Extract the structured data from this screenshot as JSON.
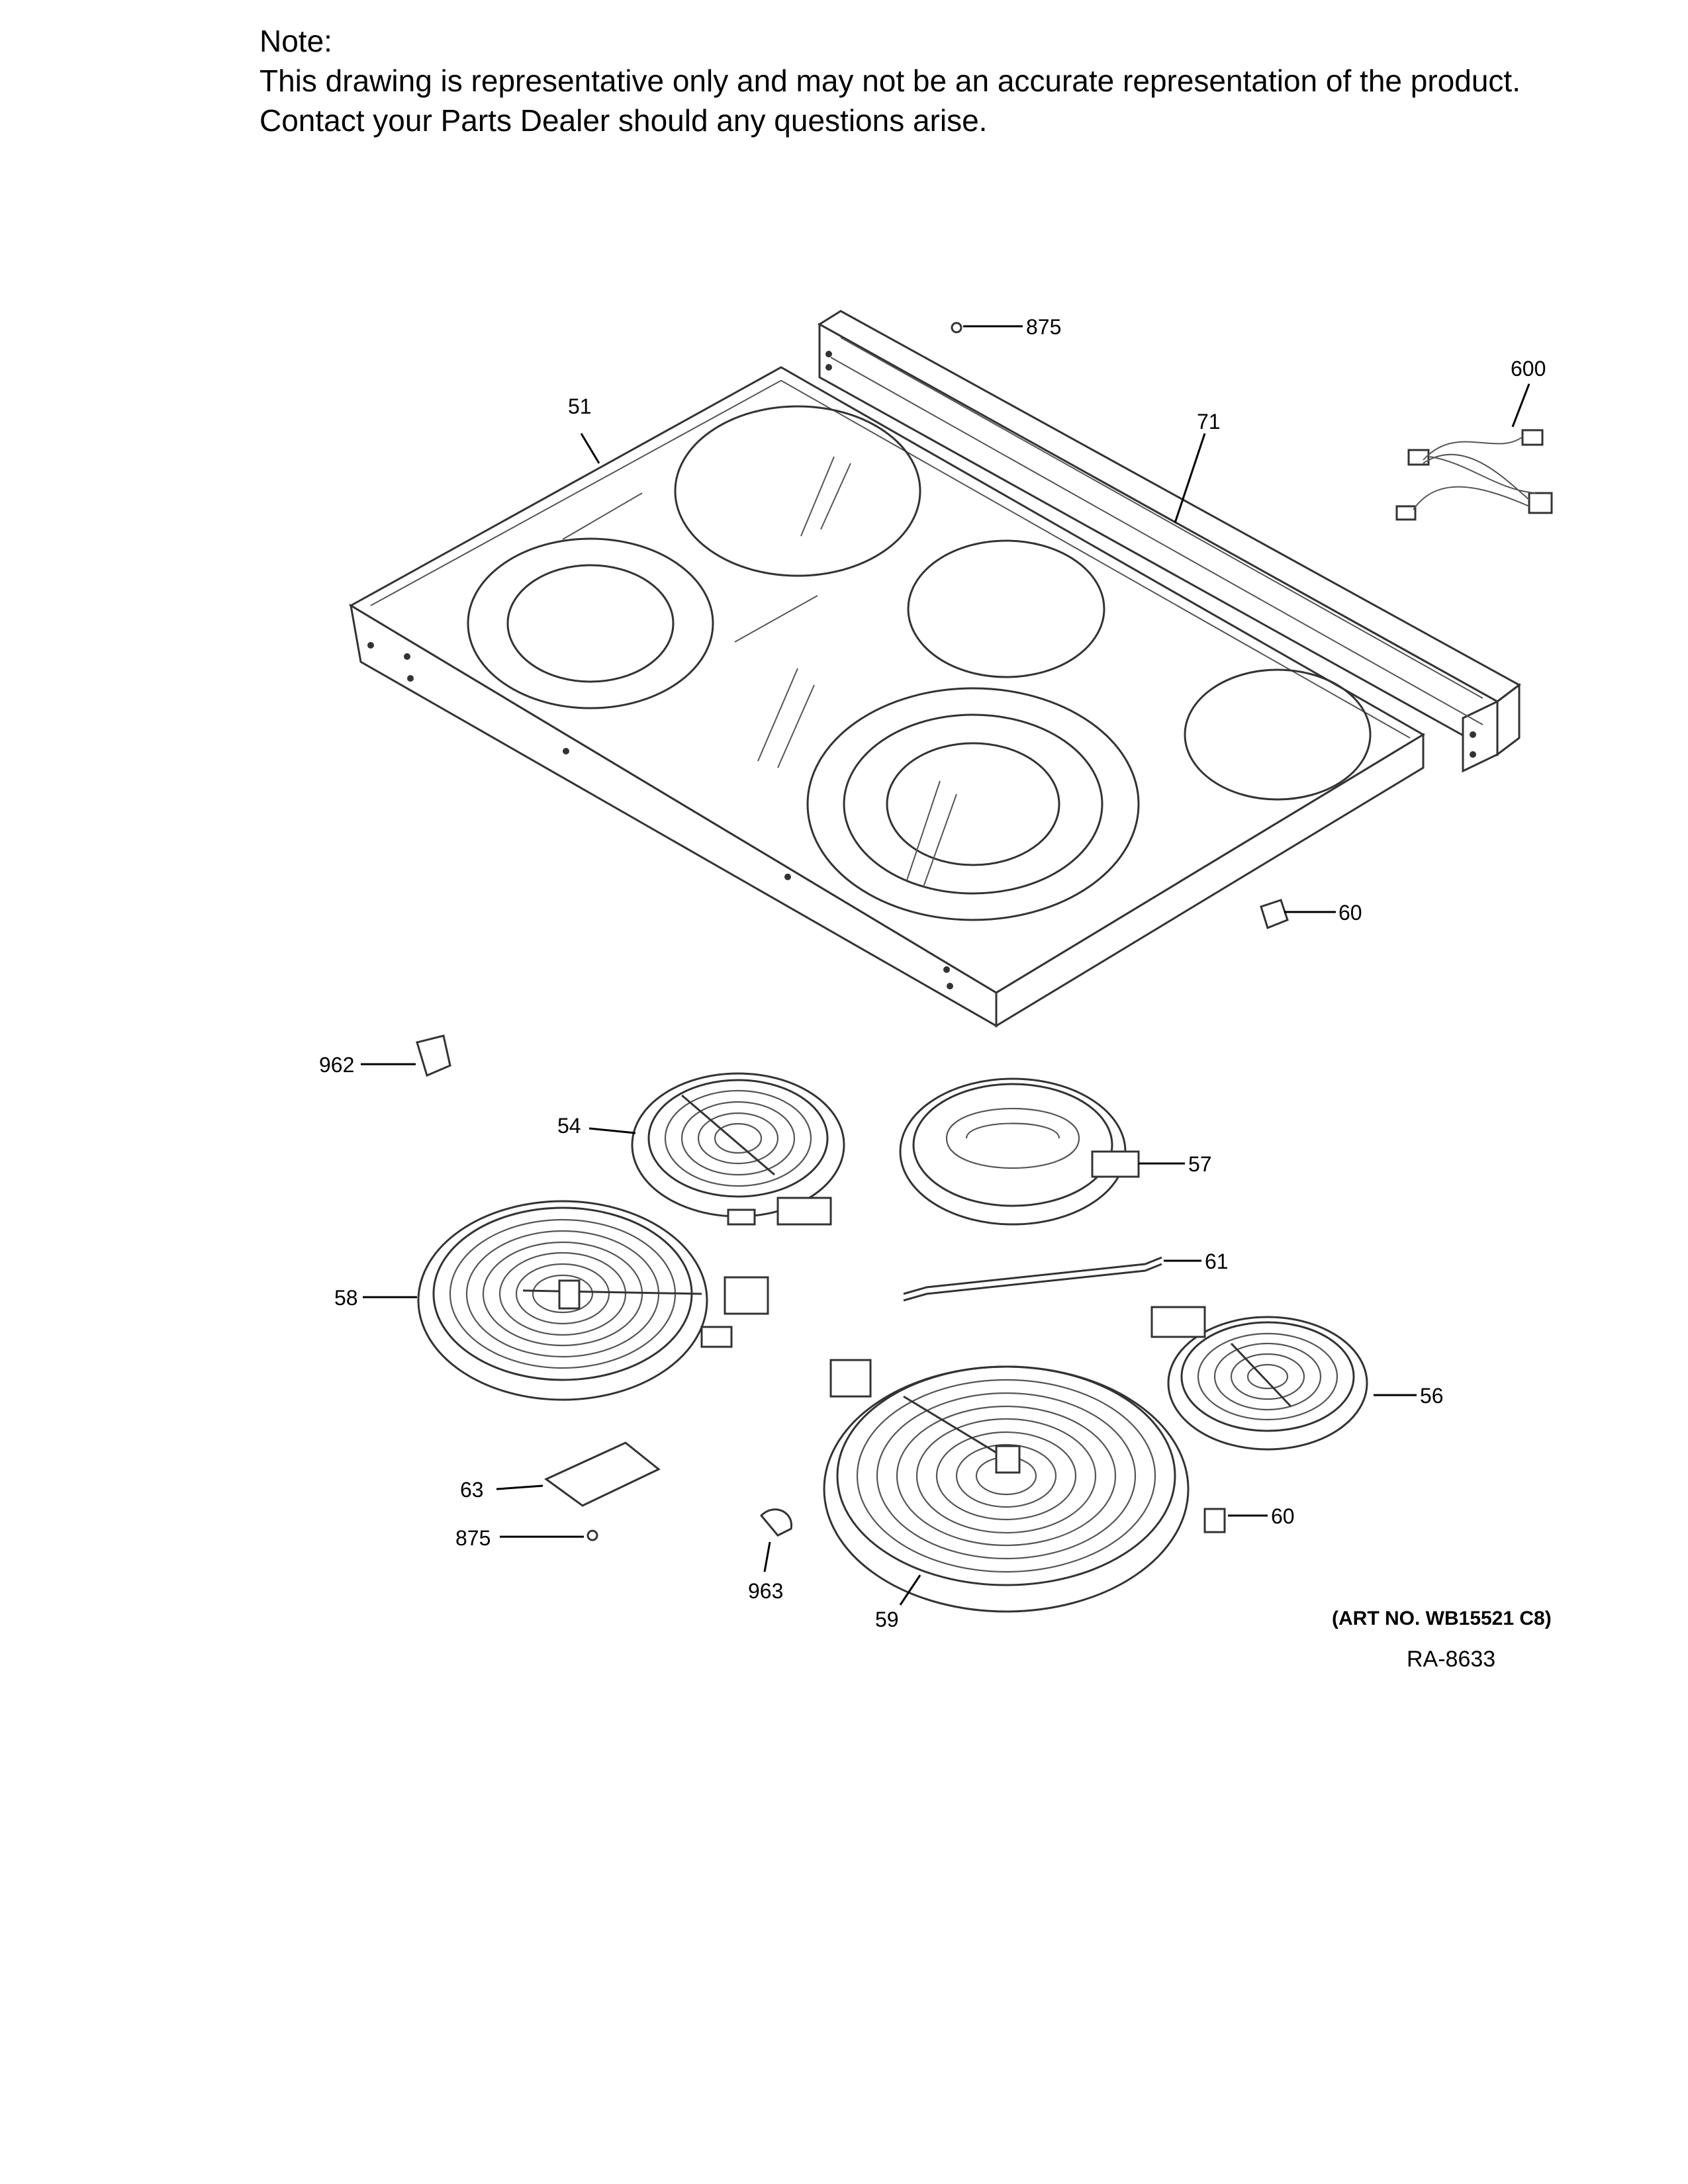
{
  "note": {
    "heading": "Note:",
    "line1": "This drawing is representative only and may not be an accurate representation of the product.",
    "line2": "Contact your Parts Dealer should any questions arise."
  },
  "callouts": {
    "c875_top": "875",
    "c600": "600",
    "c51": "51",
    "c71": "71",
    "c60_top": "60",
    "c962": "962",
    "c54": "54",
    "c57": "57",
    "c61": "61",
    "c58": "58",
    "c56": "56",
    "c63": "63",
    "c875_bottom": "875",
    "c60_bottom": "60",
    "c963": "963",
    "c59": "59"
  },
  "footer": {
    "art_no": "(ART NO. WB15521 C8)",
    "ra": "RA-8633"
  }
}
